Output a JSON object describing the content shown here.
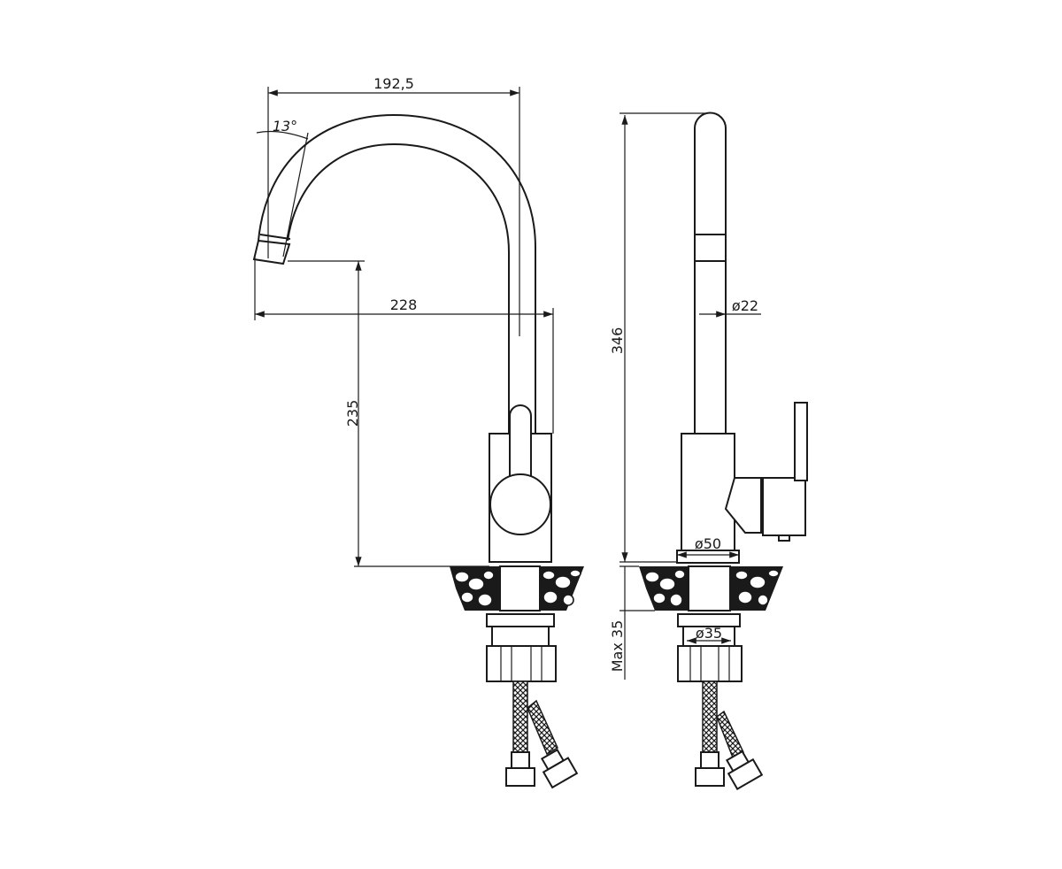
{
  "drawing": {
    "front_view": {
      "dim_reach_top": "192,5",
      "dim_angle": "13°",
      "dim_reach_total": "228",
      "dim_spout_height": "235"
    },
    "side_view": {
      "dim_total_height": "346",
      "dim_spout_diameter": "ø22",
      "dim_base_diameter": "ø50",
      "dim_shank_diameter": "ø35",
      "dim_max_deck": "Max 35"
    }
  }
}
